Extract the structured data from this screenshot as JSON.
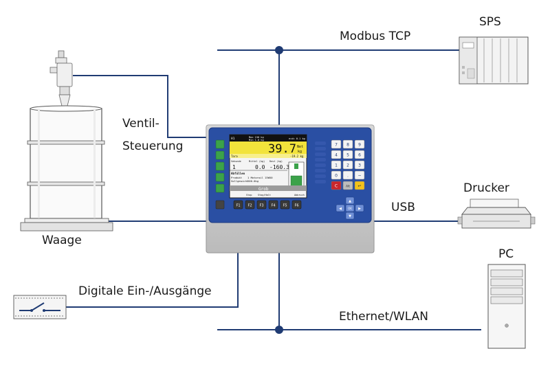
{
  "labels": {
    "sps": "SPS",
    "modbus": "Modbus TCP",
    "ventil_1": "Ventil-",
    "ventil_2": "Steuerung",
    "waage": "Waage",
    "drucker": "Drucker",
    "usb": "USB",
    "pc": "PC",
    "digital": "Digitale Ein-/Ausgänge",
    "ethernet": "Ethernet/WLAN"
  },
  "colors": {
    "line": "#1f3b73",
    "panel": "#2a4fa3",
    "lcd_yellow": "#f2e33b",
    "key_green": "#3ca24a",
    "housing": "#c9c9c9"
  },
  "terminal": {
    "lcd": {
      "mode": "H1",
      "max": "Max 150 kg",
      "min": "Min 1.0 kg",
      "e": "e=d= 0.1 kg",
      "weight": "39.7",
      "weight_flags": "Net",
      "unit": "kg",
      "tara": "Tara",
      "tara_value": "-19.2 kg",
      "col1_head": "Sekunde",
      "col1_val": "1",
      "col2_head": "Mittel (kg)",
      "col2_val": "0.0",
      "col3_head": "Rest (kg)",
      "col3_val": "-160.3",
      "section": "Abfüllen",
      "product_label": "Produkt",
      "product_value": "1 Motoroil 15W50",
      "setpoint_label": "Sollgewicht",
      "setpoint_value": "200.0kg",
      "status": "Grob",
      "soft_1": "Stop",
      "soft_2": "Stop/Halt",
      "soft_3": "Abbruch"
    },
    "fkeys": [
      "F1",
      "F2",
      "F3",
      "F4",
      "F5",
      "F6"
    ],
    "keypad": [
      "7",
      "8",
      "9",
      "4",
      "5",
      "6",
      "1",
      "2",
      "3",
      "0",
      ".",
      "−",
      "C",
      "Alt",
      "↵"
    ],
    "nav": [
      "▲",
      "◀",
      "OK",
      "▶",
      "▼"
    ],
    "side_icons": [
      "scale-zero-icon",
      "tare-icon",
      "gross-net-icon",
      "print-icon",
      "scale-select-icon"
    ]
  }
}
